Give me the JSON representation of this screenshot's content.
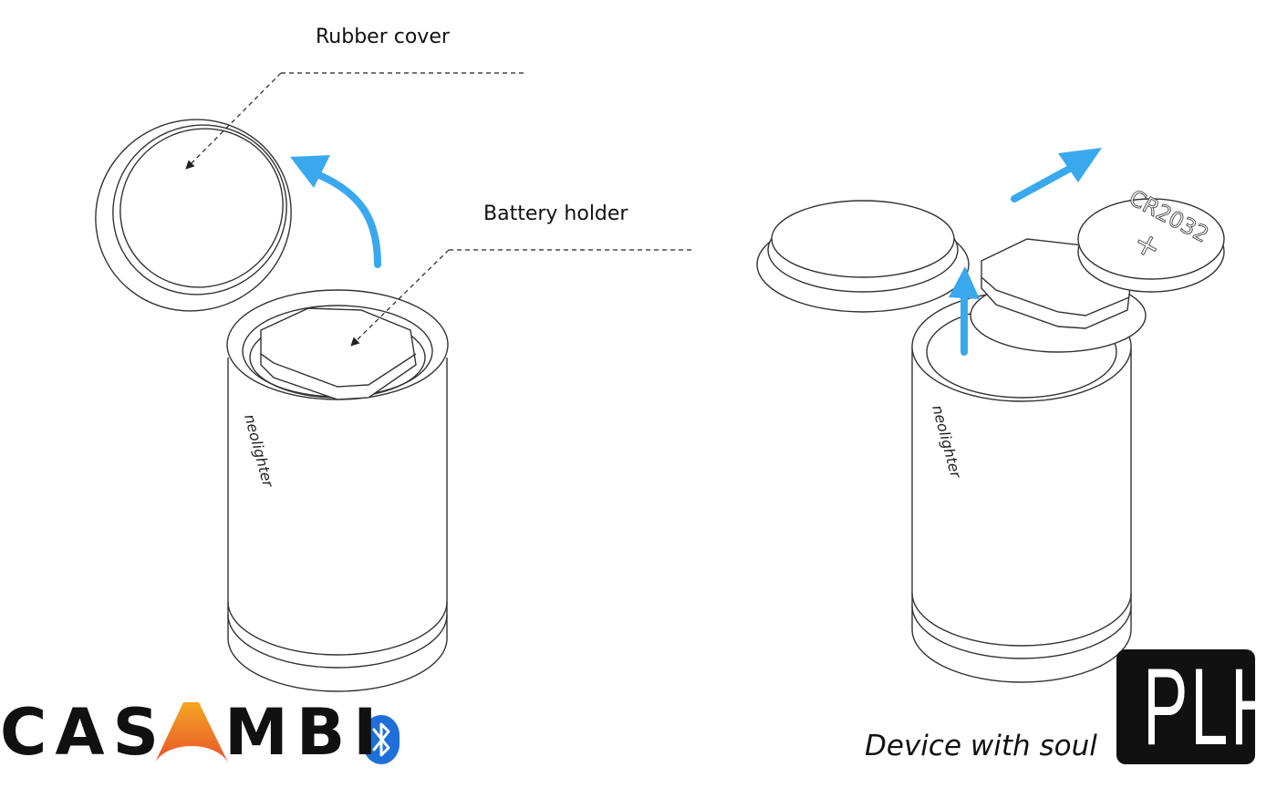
{
  "callouts": {
    "rubber_cover": "Rubber cover",
    "battery_holder": "Battery holder"
  },
  "device": {
    "brand_mark": "neolighter",
    "battery_model": "CR2032",
    "battery_polarity": "+"
  },
  "footer": {
    "brand_name": "CASAMBI",
    "tagline": "Device with soul",
    "logo_text": "PLH"
  },
  "icons": {
    "bluetooth": "bluetooth-icon"
  },
  "colors": {
    "arrow": "#3AA8EE",
    "casambi_gradient": [
      "#F5A623",
      "#E8532A"
    ],
    "bluetooth_blue": "#1E6FD9",
    "line": "#333333"
  }
}
